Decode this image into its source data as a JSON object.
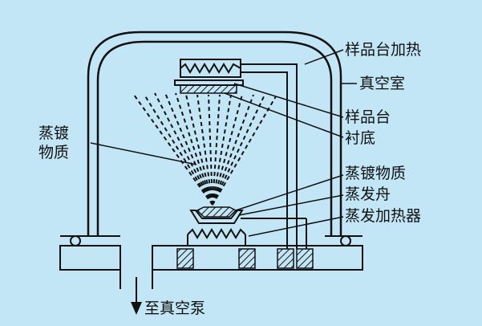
{
  "labels": {
    "sample_stage_heating": "样品台加热",
    "vacuum_chamber": "真空室",
    "sample_stage": "样品台",
    "substrate": "衬底",
    "evaporant_left_line1": "蒸镀",
    "evaporant_left_line2": "物质",
    "evaporant_right": "蒸镀物质",
    "evaporation_boat": "蒸发舟",
    "evaporation_heater": "蒸发加热器",
    "to_vacuum_pump": "至真空泵"
  }
}
